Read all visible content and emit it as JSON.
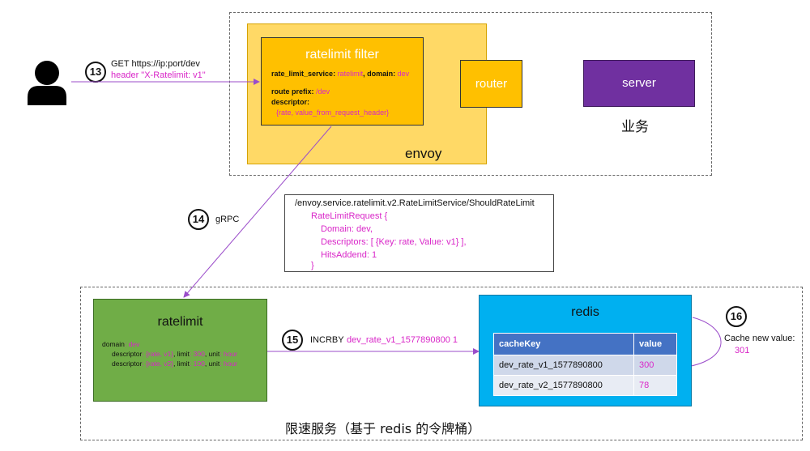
{
  "envoy_group": {
    "label": "envoy"
  },
  "ratelimit_filter": {
    "title": "ratelimit filter",
    "line1_key": "rate_limit_service",
    "line1_sep": ": ",
    "line1_val": "ratelimit",
    "line1_key2": ", domain",
    "line1_sep2": ": ",
    "line1_val2": "dev",
    "line2_key": "route prefix",
    "line2_sep": ": ",
    "line2_val": "/dev",
    "line3_key": "descriptor",
    "line3_sep": ":",
    "line4_val": "{rate,  value_from_request_header}"
  },
  "router": {
    "label": "router"
  },
  "server": {
    "label": "server",
    "caption": "业务"
  },
  "client": {
    "icon": "user-icon"
  },
  "step13": {
    "num": "13",
    "line1": "GET  https://ip:port/dev",
    "line2": "header \"X-Ratelimit: v1\""
  },
  "step14": {
    "num": "14",
    "label": "gRPC"
  },
  "grpc_request": {
    "method": "/envoy.service.ratelimit.v2.RateLimitService/ShouldRateLimit",
    "l1": "RateLimitRequest {",
    "l2": "Domain: dev,",
    "l3": "Descriptors: [ {Key: rate, Value: v1} ],",
    "l4": "HitsAddend: 1",
    "l5": "}"
  },
  "ratelimit_service": {
    "title": "ratelimit",
    "domain_key": "domain",
    "domain_val": ": dev",
    "d1_key": "descriptor",
    "d1_tuple": ": {rate, v1}",
    "d1_limit_key": ", limit",
    "d1_limit_val": ": 300",
    "d1_unit_key": ", unit",
    "d1_unit_val": ": hour",
    "d2_key": "descriptor",
    "d2_tuple": ": {rate, v2}",
    "d2_limit_key": ", limit",
    "d2_limit_val": ": 100",
    "d2_unit_key": ", unit",
    "d2_unit_val": ": hour"
  },
  "step15": {
    "num": "15",
    "cmd": "INCRBY",
    "arg": "dev_rate_v1_1577890800  1"
  },
  "redis": {
    "title": "redis",
    "columns": [
      "cacheKey",
      "value"
    ],
    "rows": [
      {
        "key": "dev_rate_v1_1577890800",
        "value": "300"
      },
      {
        "key": "dev_rate_v2_1577890800",
        "value": "78"
      }
    ]
  },
  "step16": {
    "num": "16",
    "line1": "Cache new value:",
    "line2": "301"
  },
  "service_group": {
    "label": "限速服务（基于 redis 的令牌桶）"
  },
  "colors": {
    "filter_bg": "#ffc000",
    "envoy_bg": "#ffd966",
    "server_bg": "#7030a0",
    "ratelimit_bg": "#70ad47",
    "redis_bg": "#00b0f0",
    "table_header": "#4472c4",
    "accent_magenta": "#d926c8",
    "arrow_purple": "#9b4dca"
  }
}
